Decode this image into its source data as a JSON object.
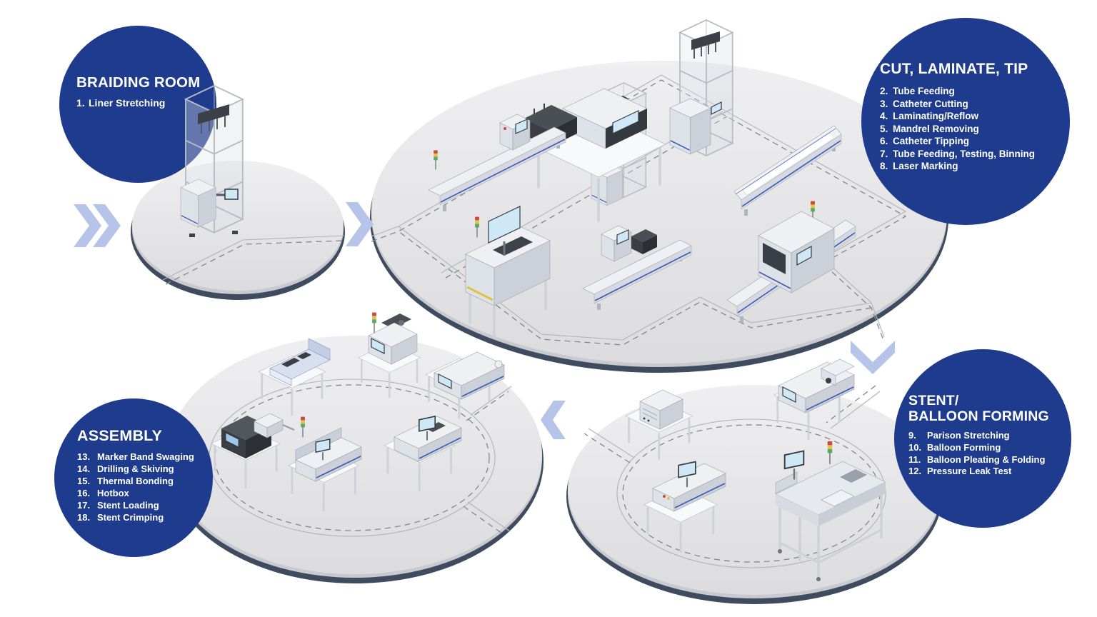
{
  "figure": {
    "type": "isometric-process-flow-diagram",
    "subject": "Catheter / stent production line stations"
  },
  "colors": {
    "section_circle_blue": "#1f3b8e",
    "flow_arrow_blue": "#b6c4ea",
    "platform_top_gray": "#e3e3e5",
    "platform_rim_slate": "#3f4c5f",
    "road_dash_gray": "#82868d",
    "machine_stripe_blue": "#3d59b2",
    "text_white": "#ffffff"
  },
  "sections": [
    {
      "id": "braiding-room",
      "title": "BRAIDING ROOM",
      "steps": [
        {
          "num": "1.",
          "label": "Liner Stretching"
        }
      ]
    },
    {
      "id": "cut-laminate-tip",
      "title": "CUT, LAMINATE, TIP",
      "steps": [
        {
          "num": "2.",
          "label": "Tube Feeding"
        },
        {
          "num": "3.",
          "label": "Catheter Cutting"
        },
        {
          "num": "4.",
          "label": "Laminating/Reflow"
        },
        {
          "num": "5.",
          "label": "Mandrel Removing"
        },
        {
          "num": "6.",
          "label": "Catheter Tipping"
        },
        {
          "num": "7.",
          "label": "Tube Feeding, Testing, Binning"
        },
        {
          "num": "8.",
          "label": "Laser Marking"
        }
      ]
    },
    {
      "id": "stent-balloon-forming",
      "title_line1": "STENT/",
      "title_line2": "BALLOON FORMING",
      "steps": [
        {
          "num": "9.",
          "label": "Parison Stretching"
        },
        {
          "num": "10.",
          "label": "Balloon Forming"
        },
        {
          "num": "11.",
          "label": "Balloon Pleating & Folding"
        },
        {
          "num": "12.",
          "label": "Pressure Leak Test"
        }
      ]
    },
    {
      "id": "assembly",
      "title": "ASSEMBLY",
      "steps": [
        {
          "num": "13.",
          "label": "Marker Band Swaging"
        },
        {
          "num": "14.",
          "label": "Drilling & Skiving"
        },
        {
          "num": "15.",
          "label": "Thermal Bonding"
        },
        {
          "num": "16.",
          "label": "Hotbox"
        },
        {
          "num": "17.",
          "label": "Stent Loading"
        },
        {
          "num": "18.",
          "label": "Stent Crimping"
        }
      ]
    }
  ],
  "flow_arrows": [
    {
      "id": "line-start",
      "style": "double-chevron",
      "direction": "right"
    },
    {
      "id": "braiding-to-cut",
      "style": "chevron",
      "direction": "right"
    },
    {
      "id": "cut-to-stent",
      "style": "chevron",
      "direction": "down"
    },
    {
      "id": "stent-to-assembly",
      "style": "chevron",
      "direction": "left"
    }
  ]
}
